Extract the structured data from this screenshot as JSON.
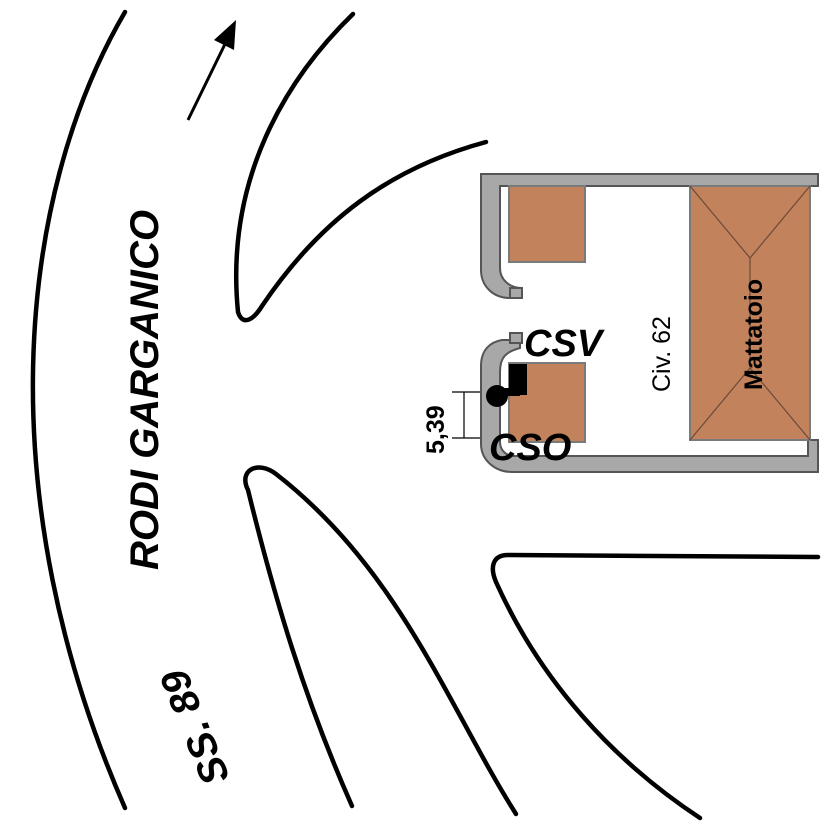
{
  "map": {
    "labels": {
      "town": "RODI GARGANICO",
      "road": "SS. 89",
      "civic": "Civ. 62",
      "building": "Mattatoio",
      "csv": "CSV",
      "cso": "CSO",
      "dimension": "5,39"
    },
    "colors": {
      "roof": "#c2825c",
      "wall": "#a8a8a8",
      "line": "#000000",
      "background": "#ffffff"
    },
    "icons": {
      "direction": "arrow-icon",
      "cso_symbol": "filled-circle-icon",
      "csv_symbol": "filled-square-icon"
    }
  }
}
